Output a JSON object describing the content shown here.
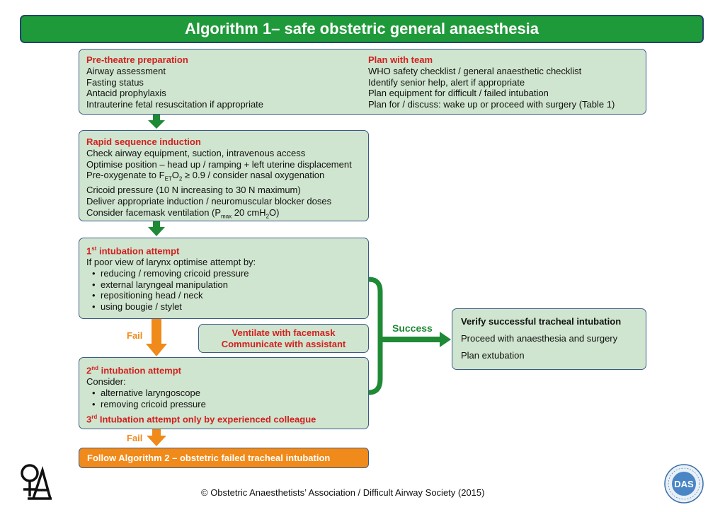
{
  "title": "Algorithm 1– safe obstetric general anaesthesia",
  "pre_theatre": {
    "heading": "Pre-theatre preparation",
    "lines": [
      "Airway assessment",
      "Fasting status",
      "Antacid prophylaxis",
      "Intrauterine fetal resuscitation if appropriate"
    ]
  },
  "plan_team": {
    "heading": "Plan with team",
    "lines": [
      "WHO safety checklist / general anaesthetic checklist",
      "Identify senior help, alert if appropriate",
      "Plan equipment for difficult / failed intubation",
      "Plan for / discuss: wake up or proceed with surgery (Table 1)"
    ]
  },
  "rsi": {
    "heading": "Rapid sequence induction",
    "line1": "Check airway equipment, suction, intravenous access",
    "line2": "Optimise position – head up / ramping + left uterine displacement",
    "line3_a": "Pre-oxygenate to F",
    "line3_sub1": "ET",
    "line3_b": "O",
    "line3_sub2": "2",
    "line3_c": " ≥ 0.9 / consider nasal oxygenation",
    "line4": "Cricoid pressure (10 N increasing to 30 N maximum)",
    "line5": "Deliver appropriate induction / neuromuscular blocker doses",
    "line6_a": "Consider facemask ventilation (P",
    "line6_sub1": "max",
    "line6_b": " 20 cmH",
    "line6_sub2": "2",
    "line6_c": "O)"
  },
  "first_attempt": {
    "ord": "1",
    "sup": "st",
    "heading_rest": " intubation attempt",
    "intro": "If poor view of larynx optimise attempt by:",
    "bullets": [
      "reducing / removing cricoid pressure",
      "external laryngeal manipulation",
      "repositioning head / neck",
      "using bougie / stylet"
    ]
  },
  "fail_label_1": "Fail",
  "ventilate": {
    "line1": "Ventilate with facemask",
    "line2": "Communicate with assistant"
  },
  "second_attempt": {
    "ord": "2",
    "sup": "nd",
    "heading_rest": " intubation attempt",
    "intro": "Consider:",
    "bullets": [
      "alternative laryngoscope",
      "removing cricoid pressure"
    ],
    "third_ord": "3",
    "third_sup": "rd",
    "third_rest": " Intubation attempt only by experienced colleague"
  },
  "fail_label_2": "Fail",
  "follow_algorithm": "Follow Algorithm 2 – obstetric failed tracheal intubation",
  "success_label": "Success",
  "verify": {
    "heading": "Verify successful tracheal intubation",
    "line1": "Proceed with anaesthesia and surgery",
    "line2": "Plan extubation"
  },
  "footer": "© Obstetric Anaesthetists’ Association / Difficult Airway Society (2015)",
  "das_logo": {
    "letters": "DAS",
    "ring_text": "DIFFICULT AIRWAY SOCIETY"
  },
  "colors": {
    "green": "#1f9a3a",
    "box_fill": "#cfe5cf",
    "red": "#d21f1f",
    "orange": "#f08a1a",
    "border": "#3d5b86"
  }
}
